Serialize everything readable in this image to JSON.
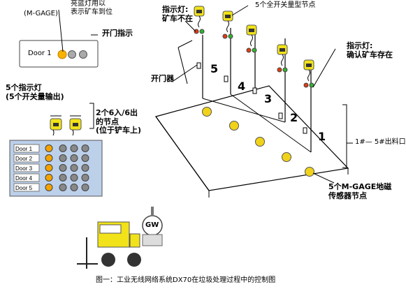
{
  "top_note": "亮蓝灯用以\n表示矿车到位",
  "top_mgage_label": "(M-GAGE)",
  "door_open_indicator_label": "开门指示",
  "door1_label": "Door 1",
  "indicator_label_left": "指示灯:\n矿车不在",
  "nodes_5_label": "5个全开关量型节点",
  "indicator_label_right": "指示灯:\n确认矿车存在",
  "door_opener_label": "开门器",
  "numbers": [
    "5",
    "4",
    "3",
    "2",
    "1"
  ],
  "indicators_left_label": "5个指示灯\n(5个开关量输出)",
  "nodes_2_label": "2个6入/6出\n的节点\n(位于铲车上)",
  "doors": [
    "Door 1",
    "Door 2",
    "Door 3",
    "Door 4",
    "Door 5"
  ],
  "outlet_label": "1#— 5#出料口",
  "mgage_nodes_label": "5个M-GAGE地磁\n传感器节点",
  "gw_label": "GW",
  "caption": "图一：工业无线网络系统DX70在垃圾处理过程中的控制图",
  "colors": {
    "yellow": "#f1e21a",
    "red": "#e23b12",
    "green": "#2fb52f",
    "panel": "#bcd0ea"
  }
}
